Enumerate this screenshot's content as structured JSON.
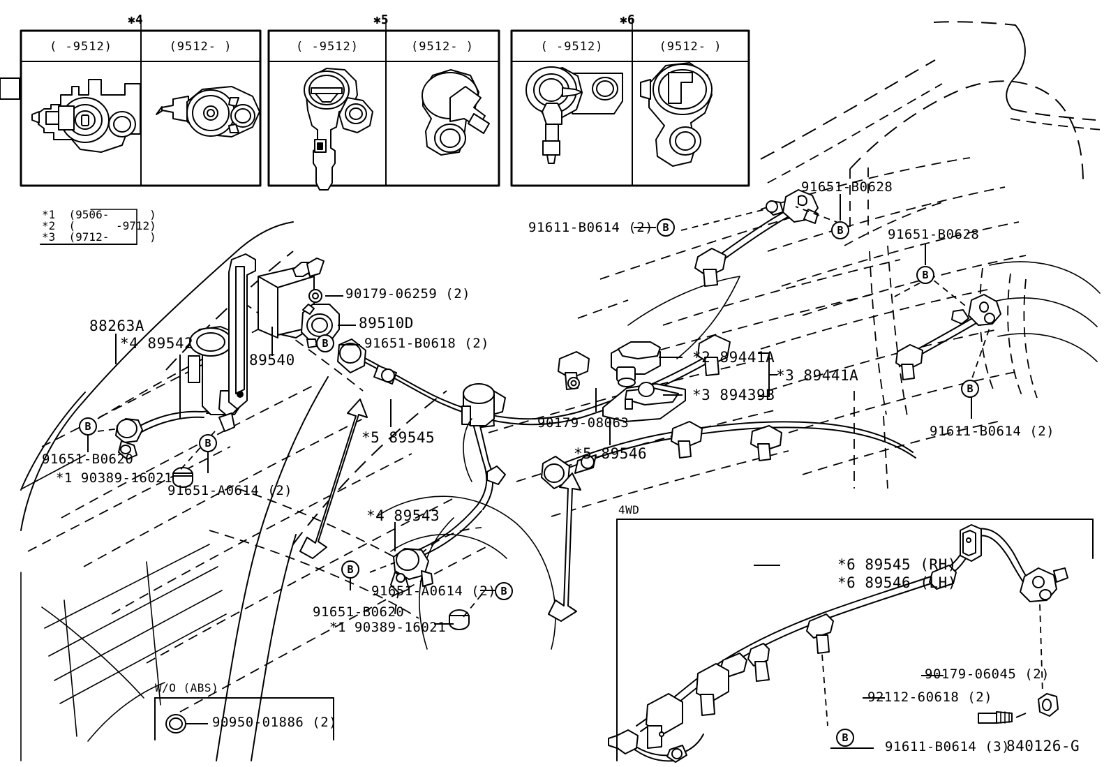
{
  "document": {
    "title": "Toyota ABS & Actuator Parts Diagram",
    "figure_code": "840126-G"
  },
  "insets": [
    {
      "marker": "*4",
      "columns": [
        {
          "range": "(     -9512)"
        },
        {
          "range": "(9512-     )"
        }
      ]
    },
    {
      "marker": "*5",
      "columns": [
        {
          "range": "(    -9512)"
        },
        {
          "range": "(9512-     )"
        }
      ]
    },
    {
      "marker": "*6",
      "columns": [
        {
          "range": "(    -9512)"
        },
        {
          "range": "(9512-     )"
        }
      ]
    }
  ],
  "legend": {
    "lines": [
      {
        "marker": "*1",
        "range": "(9506-      )"
      },
      {
        "marker": "*2",
        "range": "(      -9712)"
      },
      {
        "marker": "*3",
        "range": "(9712-      )"
      }
    ]
  },
  "main_labels": {
    "l_88263a": "88263A",
    "l_89542": "*4 89542",
    "l_89540": "89540",
    "l_90179_06259": "90179-06259 (2)",
    "l_89510d": "89510D",
    "l_91651_b0618": "91651-B0618 (2)",
    "l_91651_b0620_top": "91651-B0620",
    "l_90389_16021_top": "*1 90389-16021",
    "l_91651_a0614_top": "91651-A0614 (2)",
    "l_89545": "*5 89545",
    "l_89546": "*5 89546",
    "l_90179_08063": "90179-08063",
    "l_89543": "*4 89543",
    "l_91651_a0614_bot": "91651-A0614 (2)",
    "l_91651_b0620_bot": "91651-B0620",
    "l_90389_16021_bot": "*1 90389-16021",
    "l_91611_b0614_top": "91611-B0614 (2)",
    "l_91651_b0628_a": "91651-B0628",
    "l_91651_b0628_b": "91651-B0628",
    "l_89441a_2": "*2 89441A",
    "l_89441a_3": "*3 89441A",
    "l_89439b": "*3 89439B",
    "l_91611_b0614_right": "91611-B0614 (2)"
  },
  "wo_abs_box": {
    "title": "W/O (ABS)",
    "part": "90950-01886 (2)"
  },
  "fourwd_box": {
    "title": "4WD",
    "l_89545_rh": "*6 89545 (RH)",
    "l_89546_lh": "*6 89546 (LH)",
    "l_90179_06045": "90179-06045 (2)",
    "l_92112_60618": "92112-60618 (2)",
    "l_91611_b0614_3": "91611-B0614 (3)"
  },
  "tags": {
    "b": "B"
  },
  "colors": {
    "ink": "#000000",
    "paper": "#ffffff"
  }
}
